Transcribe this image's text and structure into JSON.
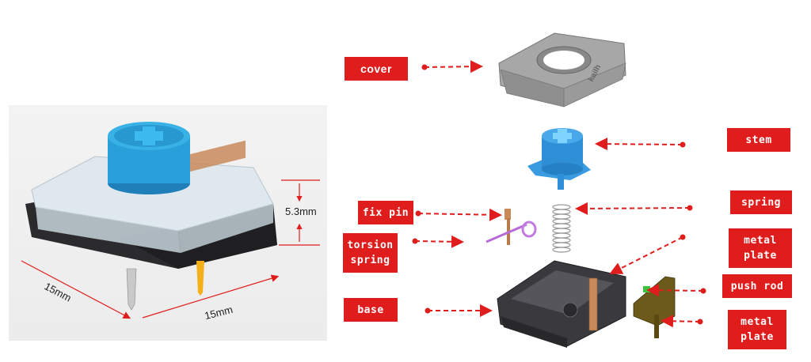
{
  "figure": {
    "left_photo": {
      "description": "Assembled low-profile mechanical key switch with blue stem",
      "dimensions": {
        "height": "5.3mm",
        "depth": "15mm",
        "width": "15mm"
      }
    },
    "exploded_view": {
      "brand_mark": "kailh",
      "labels": [
        {
          "id": "cover",
          "text": "cover"
        },
        {
          "id": "stem",
          "text": "stem"
        },
        {
          "id": "fix-pin",
          "text": "fix pin"
        },
        {
          "id": "spring",
          "text": "spring"
        },
        {
          "id": "torsion-spring",
          "text": "torsion\nspring"
        },
        {
          "id": "metal-plate-1",
          "text": "metal\nplate"
        },
        {
          "id": "push-rod",
          "text": "push rod"
        },
        {
          "id": "base",
          "text": "base"
        },
        {
          "id": "metal-plate-2",
          "text": "metal\nplate"
        }
      ]
    },
    "colors": {
      "label_bg": "#e01d1d",
      "label_text": "#ffffff",
      "arrow": "#e01d1d",
      "stem_blue": "#2f8fd6",
      "cover_gray": "#9a9a9a",
      "base_dark": "#3a3a3e",
      "copper": "#c98a5a",
      "torsion_purple": "#b86bd6",
      "push_rod_green": "#3cc43c",
      "metal_plate_olive": "#6b5a1a"
    }
  }
}
